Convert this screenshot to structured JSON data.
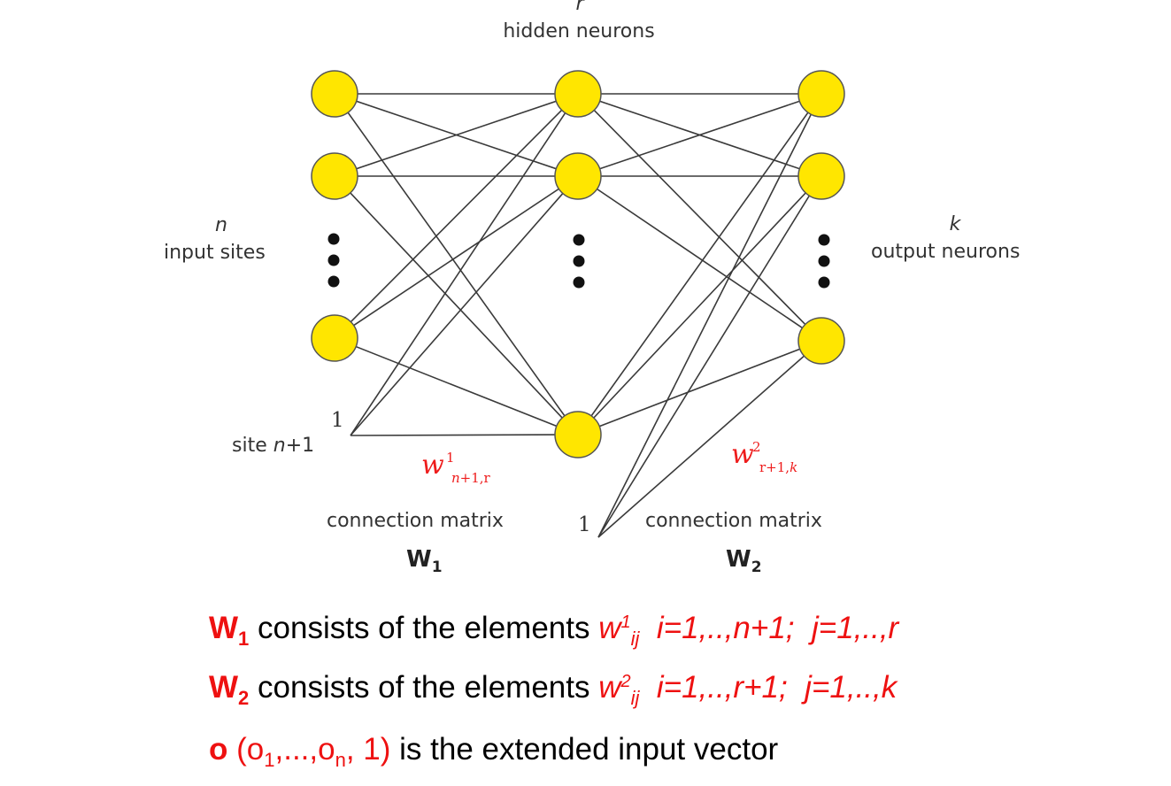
{
  "labels": {
    "hidden_var": "r",
    "hidden": "hidden neurons",
    "input_var": "n",
    "input": "input sites",
    "output_var": "k",
    "output": "output neurons",
    "site_prefix": "site ",
    "site_var": "n",
    "site_suffix": "+1",
    "bias_one_left": "1",
    "bias_one_right": "1",
    "cm_left": "connection matrix",
    "cm_right": "connection matrix",
    "W1_letter": "W",
    "W1_sub": "1",
    "W2_letter": "W",
    "W2_sub": "2",
    "w1_base": "w",
    "w1_sup": "1",
    "w1_sub_var": "n",
    "w1_sub_rest": "+1,r",
    "w2_base": "w",
    "w2_sup": "2",
    "w2_sub_rest": "r+1,",
    "w2_sub_var": "k"
  },
  "bottom": {
    "line1": {
      "W": "W",
      "sub": "1",
      "text": " consists of the elements ",
      "w": "w",
      "w_sup": "1",
      "w_sub": "ij",
      "range": "  i=1,..,n+1;  j=1,..,r"
    },
    "line2": {
      "W": "W",
      "sub": "2",
      "text": " consists of the elements ",
      "w": "w",
      "w_sup": "2",
      "w_sub": "ij",
      "range": "  i=1,..,r+1;  j=1,..,k"
    },
    "line3": {
      "o": "o",
      "open": " (o",
      "sub1": "1",
      "mid": ",...,o",
      "subn": "n",
      "close": ", 1)",
      "text": " is the extended input vector"
    }
  },
  "colors": {
    "node_fill": "#ffe600",
    "node_stroke": "#555555",
    "edge": "#3a3a3a",
    "red": "#ee1c1c"
  }
}
